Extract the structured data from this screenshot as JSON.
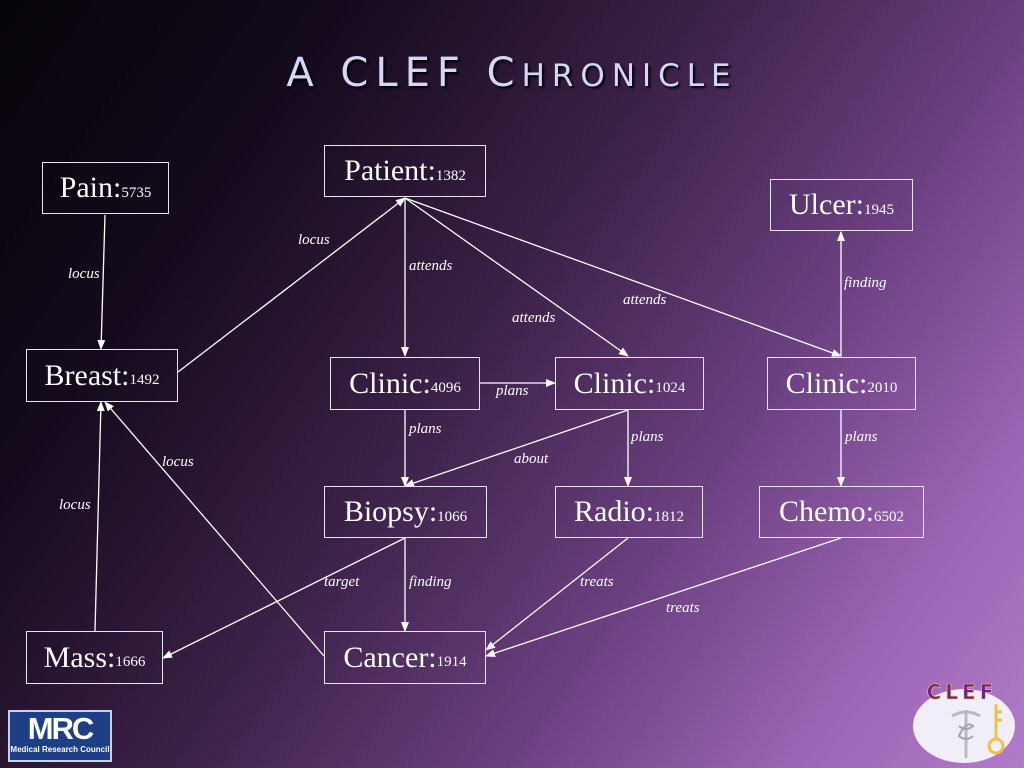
{
  "title": {
    "first": "A CLEF C",
    "rest": "HRONICLE"
  },
  "nodes": [
    {
      "key": "pain",
      "name": "Pain:",
      "id": "5735"
    },
    {
      "key": "patient",
      "name": "Patient:",
      "id": "1382"
    },
    {
      "key": "ulcer",
      "name": "Ulcer:",
      "id": "1945"
    },
    {
      "key": "breast",
      "name": "Breast:",
      "id": "1492"
    },
    {
      "key": "clinic1",
      "name": "Clinic:",
      "id": "4096"
    },
    {
      "key": "clinic2",
      "name": "Clinic:",
      "id": "1024"
    },
    {
      "key": "clinic3",
      "name": "Clinic:",
      "id": "2010"
    },
    {
      "key": "biopsy",
      "name": "Biopsy:",
      "id": "1066"
    },
    {
      "key": "radio",
      "name": "Radio:",
      "id": "1812"
    },
    {
      "key": "chemo",
      "name": "Chemo:",
      "id": "6502"
    },
    {
      "key": "mass",
      "name": "Mass:",
      "id": "1666"
    },
    {
      "key": "cancer",
      "name": "Cancer:",
      "id": "1914"
    }
  ],
  "edges": [
    {
      "from": "pain",
      "to": "breast",
      "label": "locus"
    },
    {
      "from": "breast",
      "to": "patient",
      "label": "locus"
    },
    {
      "from": "patient",
      "to": "clinic1",
      "label": "attends"
    },
    {
      "from": "patient",
      "to": "clinic2",
      "label": "attends"
    },
    {
      "from": "patient",
      "to": "clinic3",
      "label": "attends"
    },
    {
      "from": "clinic3",
      "to": "ulcer",
      "label": "finding"
    },
    {
      "from": "clinic1",
      "to": "clinic2",
      "label": "plans"
    },
    {
      "from": "clinic1",
      "to": "biopsy",
      "label": "plans"
    },
    {
      "from": "clinic2",
      "to": "biopsy",
      "label": "about"
    },
    {
      "from": "clinic2",
      "to": "radio",
      "label": "plans"
    },
    {
      "from": "clinic3",
      "to": "chemo",
      "label": "plans"
    },
    {
      "from": "cancer",
      "to": "breast",
      "label": "locus"
    },
    {
      "from": "mass",
      "to": "breast",
      "label": "locus"
    },
    {
      "from": "biopsy",
      "to": "mass",
      "label": "target"
    },
    {
      "from": "biopsy",
      "to": "cancer",
      "label": "finding"
    },
    {
      "from": "radio",
      "to": "cancer",
      "label": "treats"
    },
    {
      "from": "chemo",
      "to": "cancer",
      "label": "treats"
    }
  ],
  "logos": {
    "mrc": {
      "big": "MRC",
      "small": "Medical Research Council"
    },
    "clef": {
      "text": "CLEF",
      "color": "#7a1f86"
    }
  }
}
